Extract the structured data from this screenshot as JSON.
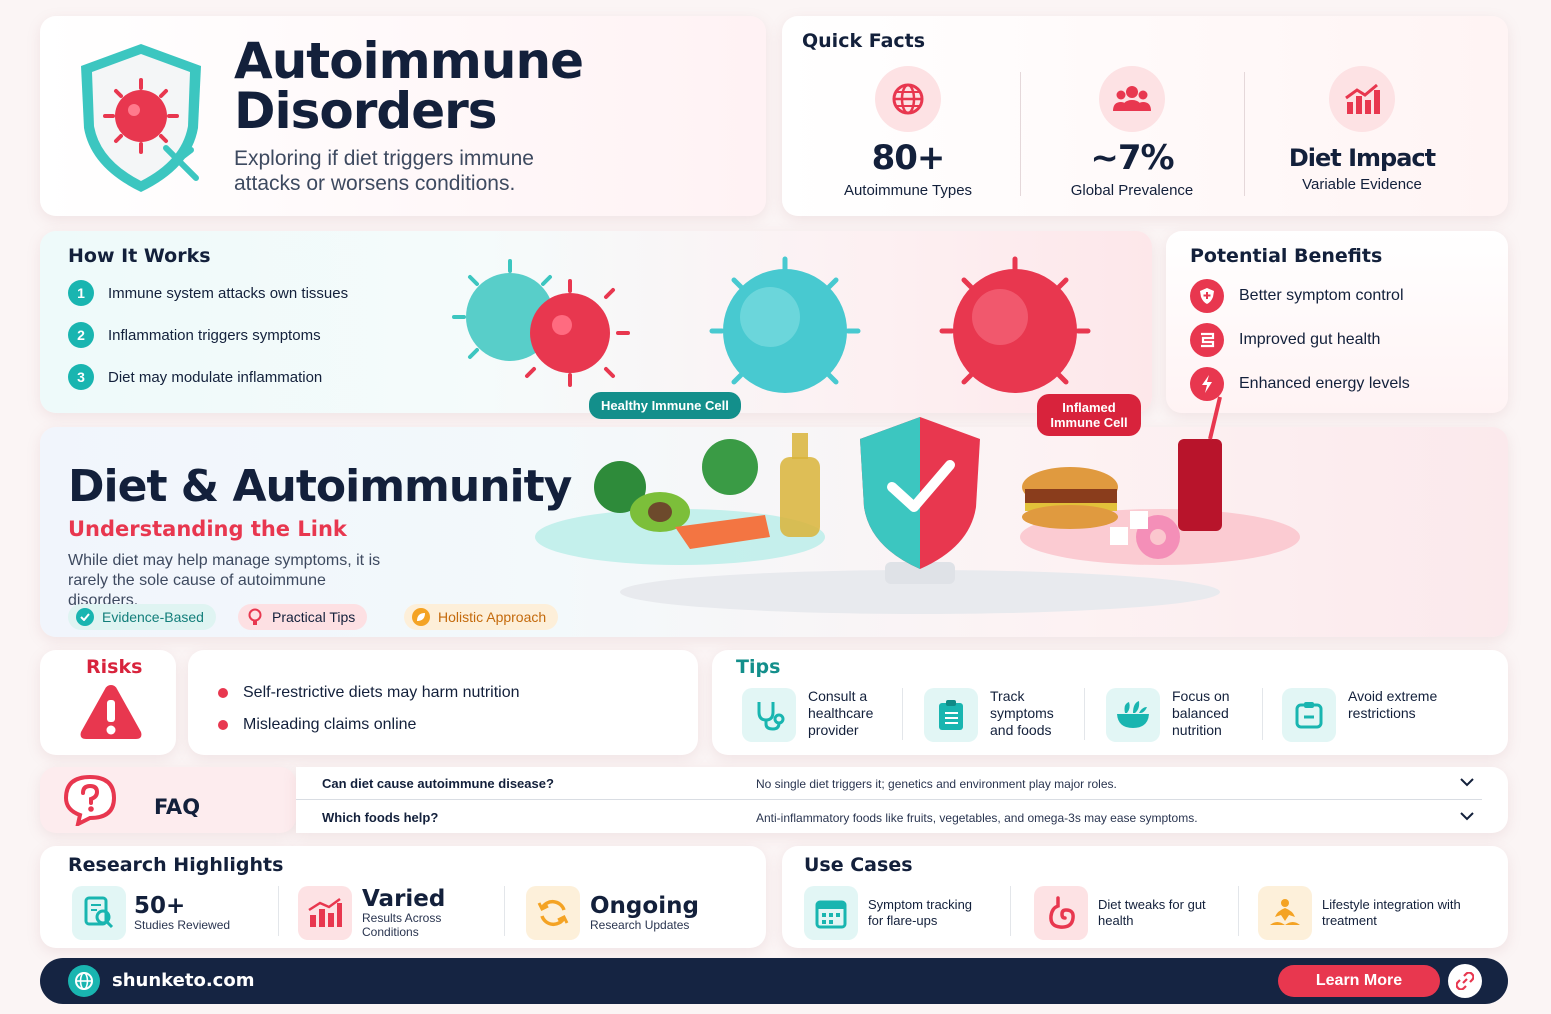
{
  "hero": {
    "title": "Autoimmune Disorders",
    "subtitle": "Exploring if diet triggers immune attacks or worsens conditions."
  },
  "quick_facts": {
    "heading": "Quick Facts",
    "items": [
      {
        "value": "80+",
        "label": "Autoimmune Types",
        "icon": "globe-icon"
      },
      {
        "value": "~7%",
        "label": "Global Prevalence",
        "icon": "people-icon"
      },
      {
        "value": "Diet Impact",
        "label": "Variable Evidence",
        "icon": "bar-chart-icon"
      }
    ]
  },
  "how_it_works": {
    "heading": "How It Works",
    "steps": [
      {
        "num": "1",
        "text": "Immune system attacks own tissues"
      },
      {
        "num": "2",
        "text": "Inflammation triggers symptoms"
      },
      {
        "num": "3",
        "text": "Diet may modulate inflammation"
      }
    ],
    "cell_labels": {
      "healthy": "Healthy Immune Cell",
      "inflamed": "Inflamed Immune Cell"
    }
  },
  "benefits": {
    "heading": "Potential Benefits",
    "items": [
      {
        "text": "Better symptom control",
        "icon": "shield-icon"
      },
      {
        "text": "Improved gut health",
        "icon": "gut-icon"
      },
      {
        "text": "Enhanced energy levels",
        "icon": "lightning-icon"
      }
    ]
  },
  "diet": {
    "title": "Diet & Autoimmunity",
    "tagline": "Understanding the Link",
    "description": "While diet may help manage symptoms, it is rarely the sole cause of autoimmune disorders.",
    "pills": [
      {
        "label": "Evidence-Based",
        "icon": "check-icon"
      },
      {
        "label": "Practical Tips",
        "icon": "lightbulb-icon"
      },
      {
        "label": "Holistic Approach",
        "icon": "leaf-icon"
      }
    ]
  },
  "risks": {
    "heading": "Risks",
    "items": [
      "Self-restrictive diets may harm nutrition",
      "Misleading claims online"
    ]
  },
  "tips": {
    "heading": "Tips",
    "items": [
      {
        "text": "Consult a healthcare provider",
        "icon": "stethoscope-icon"
      },
      {
        "text": "Track symptoms and foods",
        "icon": "clipboard-icon"
      },
      {
        "text": "Focus on balanced nutrition",
        "icon": "bowl-icon"
      },
      {
        "text": "Avoid extreme restrictions",
        "icon": "restriction-icon"
      }
    ]
  },
  "faq": {
    "heading": "FAQ",
    "items": [
      {
        "q": "Can diet cause autoimmune disease?",
        "a": "No single diet triggers it; genetics and environment play major roles."
      },
      {
        "q": "Which foods help?",
        "a": "Anti-inflammatory foods like fruits, vegetables, and omega-3s may ease symptoms."
      }
    ]
  },
  "research": {
    "heading": "Research Highlights",
    "items": [
      {
        "value": "50+",
        "label": "Studies Reviewed",
        "icon": "document-search-icon"
      },
      {
        "value": "Varied",
        "label": "Results Across Conditions",
        "icon": "bar-chart-icon"
      },
      {
        "value": "Ongoing",
        "label": "Research Updates",
        "icon": "refresh-icon"
      }
    ]
  },
  "use_cases": {
    "heading": "Use Cases",
    "items": [
      {
        "text": "Symptom tracking for flare-ups",
        "icon": "calendar-icon"
      },
      {
        "text": "Diet tweaks for gut health",
        "icon": "stomach-icon"
      },
      {
        "text": "Lifestyle integration with treatment",
        "icon": "wellness-icon"
      }
    ]
  },
  "footer": {
    "site": "shunketo.com",
    "cta": "Learn More"
  },
  "colors": {
    "accent_red": "#e8374f",
    "accent_teal": "#19b5b0",
    "navy": "#152442"
  }
}
